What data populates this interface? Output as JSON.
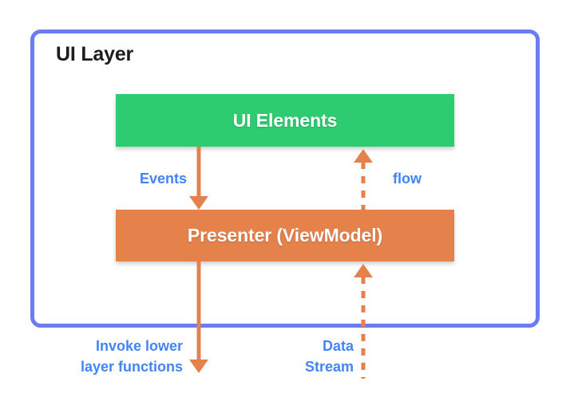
{
  "diagram": {
    "title": "UI Layer",
    "layer": {
      "label": "UI Layer",
      "border_color": "#6c7cf5"
    },
    "nodes": [
      {
        "id": "ui-elements",
        "label": "UI Elements",
        "color": "#2ecc71",
        "text_color": "#ffffff"
      },
      {
        "id": "presenter",
        "label": "Presenter (ViewModel)",
        "color": "#e5824c",
        "text_color": "#ffffff"
      }
    ],
    "edges": [
      {
        "id": "events",
        "label": "Events",
        "from": "ui-elements",
        "to": "presenter",
        "style": "solid",
        "direction": "down",
        "color": "#e5824c"
      },
      {
        "id": "flow",
        "label": "flow",
        "from": "presenter",
        "to": "ui-elements",
        "style": "dashed",
        "direction": "up",
        "color": "#e5824c"
      },
      {
        "id": "invoke",
        "label_line1": "Invoke lower",
        "label_line2": "layer functions",
        "from": "presenter",
        "to": "lower-layer",
        "style": "solid",
        "direction": "down",
        "color": "#e5824c"
      },
      {
        "id": "data-stream",
        "label_line1": "Data",
        "label_line2": "Stream",
        "from": "lower-layer",
        "to": "presenter",
        "style": "dashed",
        "direction": "up",
        "color": "#e5824c"
      }
    ],
    "annotation_color": "#4285f4"
  }
}
